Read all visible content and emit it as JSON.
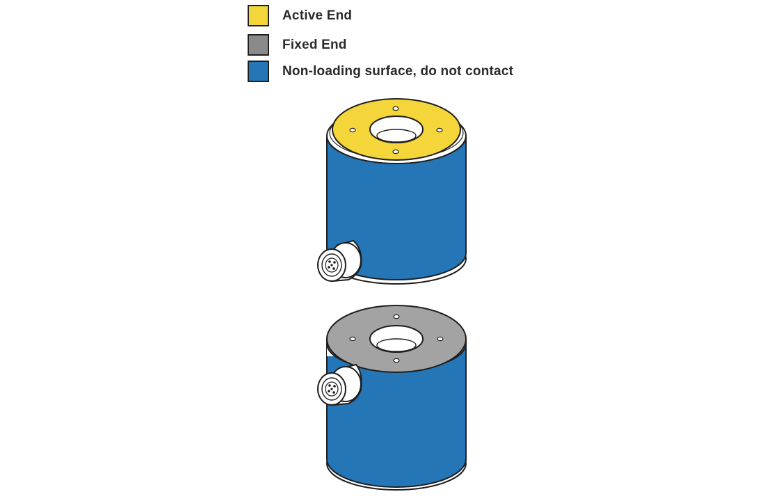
{
  "legend": {
    "items": [
      {
        "label": "Active End",
        "color": "#f4d63a"
      },
      {
        "label": "Fixed End",
        "color": "#8a8a8a"
      },
      {
        "label": "Non-loading surface, do not contact",
        "color": "#2576b7"
      }
    ]
  },
  "colors": {
    "body": "#2576b7",
    "active_end": "#f4d63a",
    "fixed_end": "#a3a3a3",
    "outline": "#1e1e1e"
  },
  "icons": [
    "connector-icon"
  ]
}
